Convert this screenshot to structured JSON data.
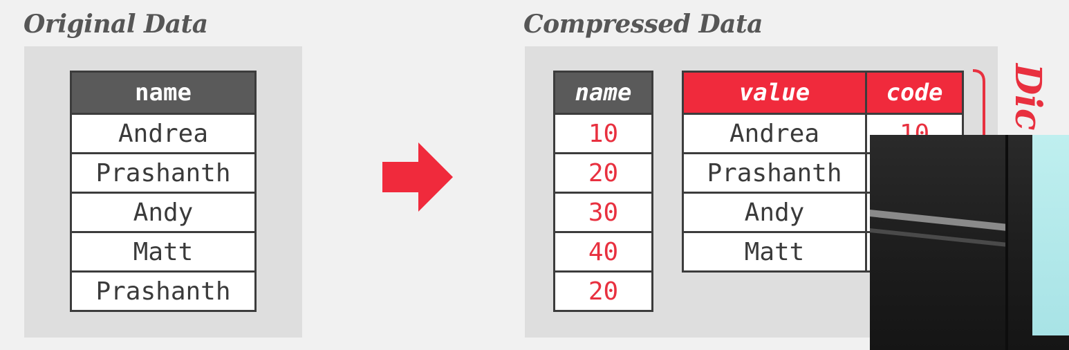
{
  "original": {
    "title": "Original Data",
    "header": "name",
    "rows": [
      "Andrea",
      "Prashanth",
      "Andy",
      "Matt",
      "Prashanth"
    ]
  },
  "compressed": {
    "title": "Compressed Data",
    "name_header": "name",
    "codes": [
      "10",
      "20",
      "30",
      "40",
      "20"
    ],
    "dictionary": {
      "label": "Dic",
      "value_header": "value",
      "code_header": "code",
      "rows": [
        {
          "value": "Andrea",
          "code": "10"
        },
        {
          "value": "Prashanth",
          "code": ""
        },
        {
          "value": "Andy",
          "code": ""
        },
        {
          "value": "Matt",
          "code": ""
        }
      ]
    }
  },
  "colors": {
    "accent_red": "#f02a3c",
    "header_gray": "#5a5a5a",
    "panel_gray": "#dedede"
  }
}
